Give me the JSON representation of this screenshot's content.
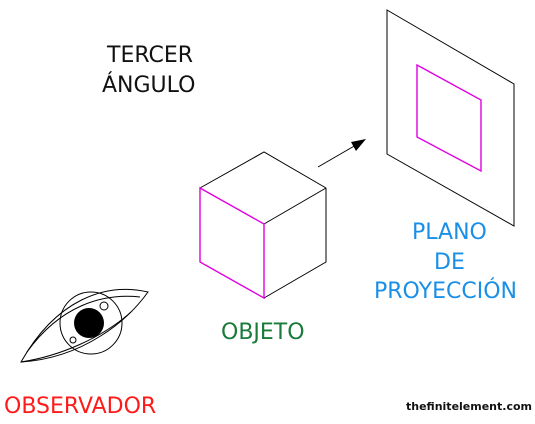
{
  "title": {
    "line1": "TERCER",
    "line2": "ÁNGULO"
  },
  "labels": {
    "plane_line1": "PLANO",
    "plane_line2": "DE",
    "plane_line3": "PROYECCIÓN",
    "object": "OBJETO",
    "observer": "OBSERVADOR"
  },
  "watermark": "thefinitelement.com",
  "colors": {
    "text": "#111111",
    "line": "#000000",
    "projection": "#e000e0",
    "plane_label": "#1a8fe8",
    "object_label": "#1a7a3a",
    "observer_label": "#ff1a1a"
  }
}
